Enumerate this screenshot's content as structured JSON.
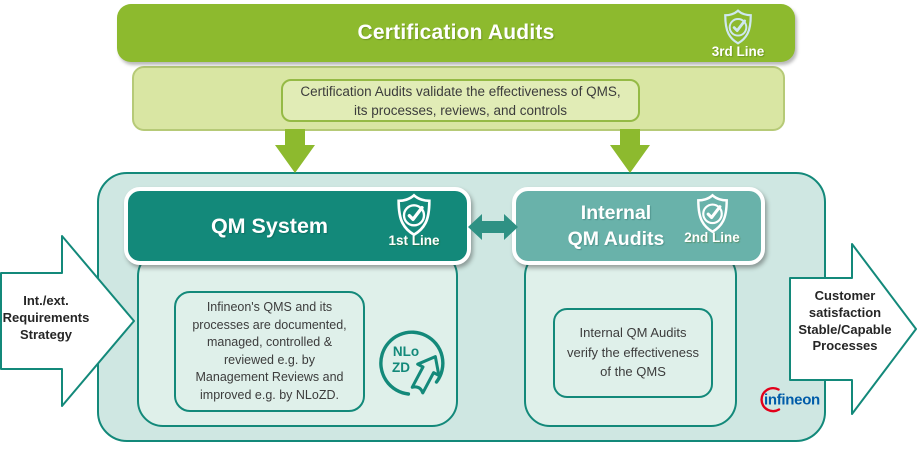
{
  "banner": {
    "title": "Certification Audits",
    "badge": "3rd Line",
    "note_line1": "Certification Audits validate the effectiveness of QMS,",
    "note_line2": "its processes, reviews, and controls"
  },
  "qm_system": {
    "title": "QM System",
    "badge": "1st Line",
    "note_lines": [
      "Infineon's QMS and its",
      "processes are documented,",
      "managed, controlled &",
      "reviewed e.g. by",
      "Management Reviews and",
      "improved e.g. by NLoZD."
    ],
    "nlozd_label_line1": "NLo",
    "nlozd_label_line2": "ZD"
  },
  "internal_audits": {
    "title_line1": "Internal",
    "title_line2": "QM Audits",
    "badge": "2nd Line",
    "note_lines": [
      "Internal QM Audits",
      "verify the effectiveness",
      "of the QMS"
    ]
  },
  "left_arrow": {
    "lines": [
      "Int./ext.",
      "Requirements",
      "Strategy"
    ]
  },
  "right_arrow": {
    "lines": [
      "Customer",
      "satisfaction",
      "Stable/Capable",
      "Processes"
    ]
  },
  "logo": {
    "text": "infineon"
  },
  "colors": {
    "banner_green": "#8dba2e",
    "panel_green": "#d9e6a3",
    "teal_dark": "#13897a",
    "teal_medium": "#69b2aa",
    "teal_arrow": "#2f9184",
    "container_mint": "#cfe7e2",
    "content_mint": "#dff0ea",
    "logo_blue": "#005ca9",
    "logo_red": "#e2001a"
  }
}
